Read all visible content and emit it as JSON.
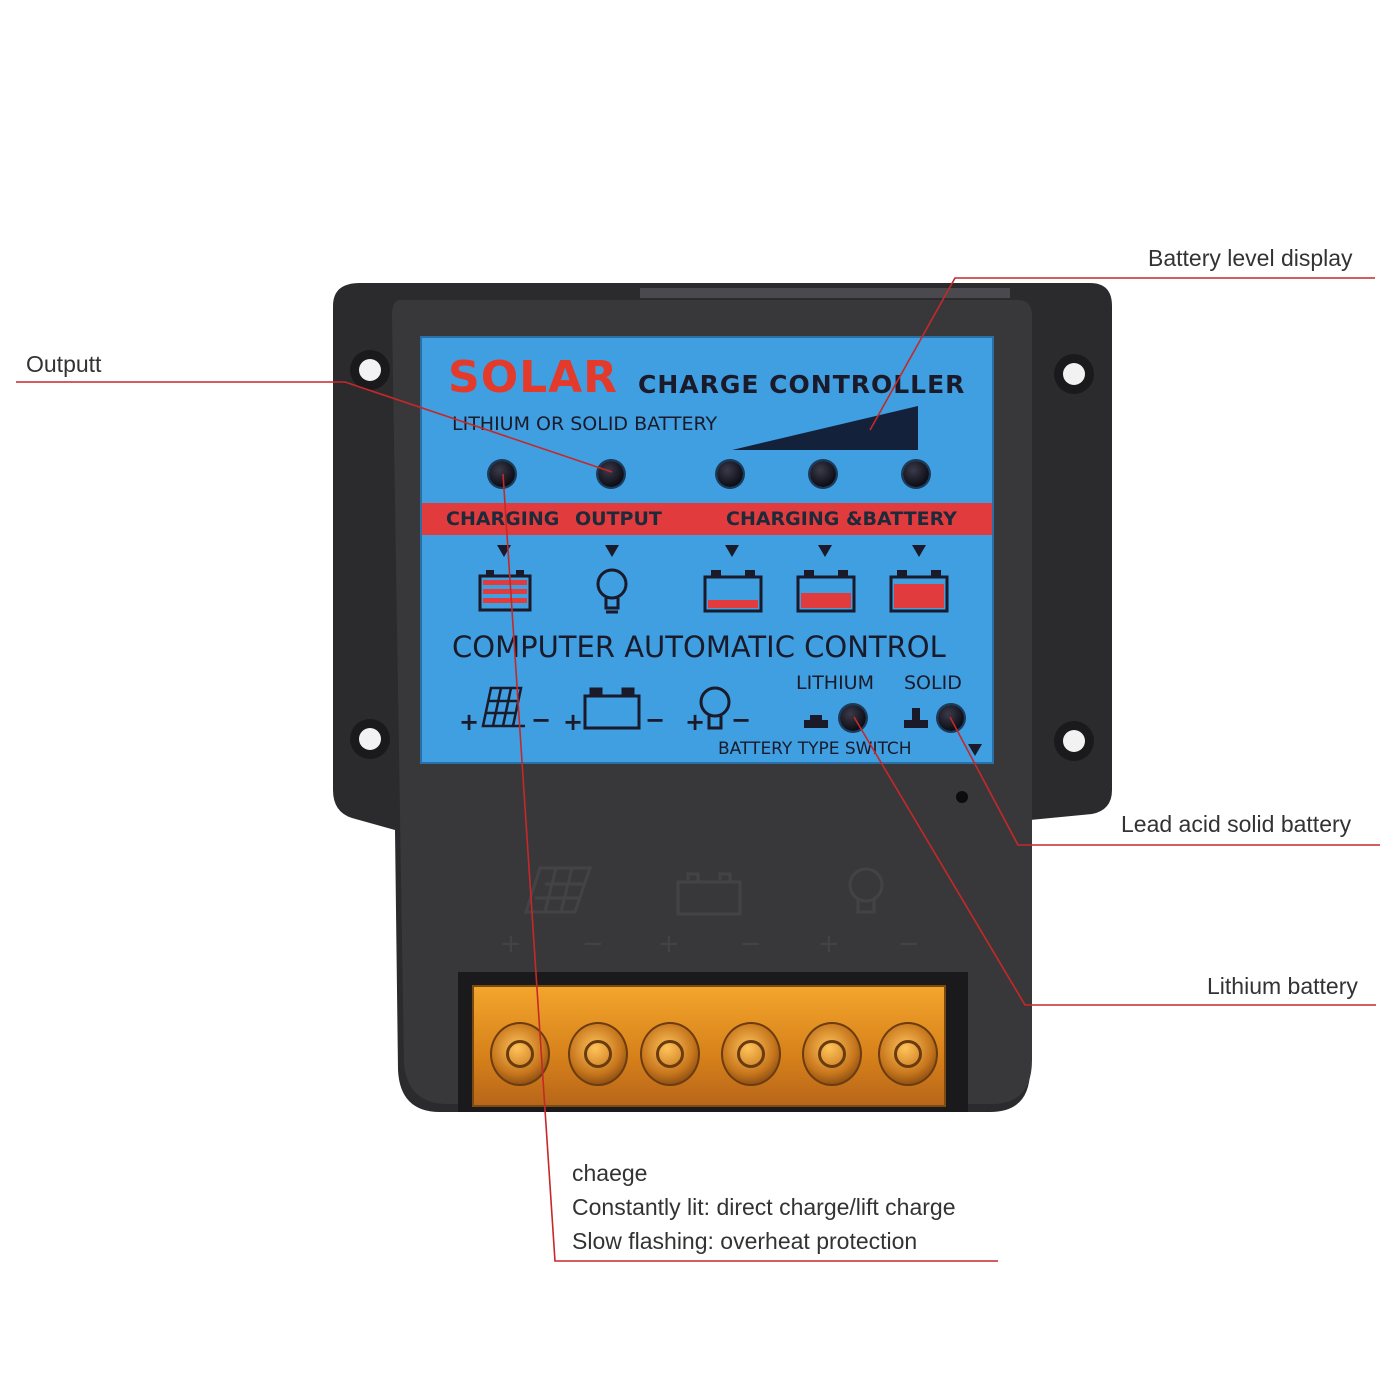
{
  "callouts": {
    "output": "Outputt",
    "battery_level_display": "Battery level display",
    "lead_acid_solid_battery": "Lead acid solid battery",
    "lithium_battery": "Lithium battery",
    "charge_line1": "chaege",
    "charge_line2": "Constantly lit: direct charge/lift charge",
    "charge_line3": "Slow flashing: overheat protection"
  },
  "panel": {
    "brand": "SOLAR",
    "subtitle": "CHARGE CONTROLLER",
    "battery_type": "LITHIUM OR SOLID BATTERY",
    "label_charging": "CHARGING",
    "label_output": "OUTPUT",
    "label_charging_battery": "CHARGING &BATTERY",
    "auto_control": "COMPUTER AUTOMATIC CONTROL",
    "label_lithium": "LITHIUM",
    "label_solid": "SOLID",
    "battery_type_switch": "BATTERY TYPE SWITCH",
    "plus": "+",
    "minus": "−"
  },
  "colors": {
    "callout_line": "#c62828",
    "panel_blue": "#3f9fe0",
    "band_red": "#e13b3e",
    "shell_dark": "#2e2e30",
    "terminal_orange": "#e8952a"
  },
  "battery_levels": [
    0.3,
    0.55,
    0.85
  ],
  "icons": [
    "solar-panel-icon",
    "battery-icon",
    "bulb-icon"
  ]
}
